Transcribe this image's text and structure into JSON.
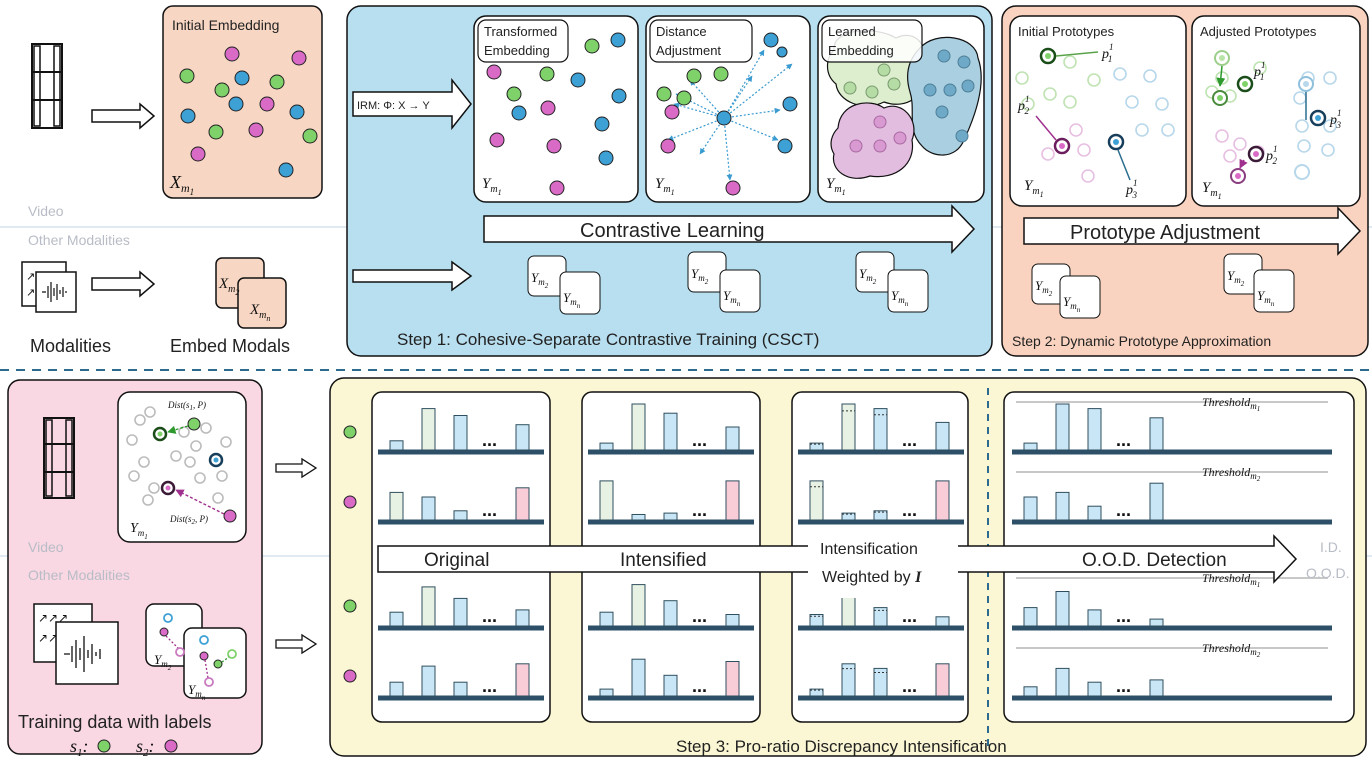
{
  "top": {
    "initial_embedding_title": "Initial Embedding",
    "x_m1": "X",
    "x_m1_sub": "m",
    "x_m1_subsub": "1",
    "embed_modals_label": "Embed Modals",
    "modalities_label": "Modalities",
    "x_m2": "X",
    "x_m2_sub": "m",
    "x_m2_subsub": "2",
    "x_mn": "X",
    "x_mn_sub": "m",
    "x_mn_subsub": "n",
    "video_label": "Video",
    "other_modalities_label": "Other Modalities"
  },
  "step1": {
    "irm_label": "IRM: Φ: X → Y",
    "transformed_embedding": [
      "Transformed",
      "Embedding"
    ],
    "distance_adjustment": [
      "Distance",
      "Adjustment"
    ],
    "learned_embedding": [
      "Learned",
      "Embedding"
    ],
    "y": "Y",
    "y_sub": "m",
    "y_subsub_1": "1",
    "y_subsub_2": "2",
    "y_subsub_n": "n",
    "contrastive_learning": "Contrastive Learning",
    "caption": "Step 1: Cohesive-Separate Contrastive Training (CSCT)"
  },
  "step2": {
    "initial_prototypes": "Initial Prototypes",
    "adjusted_prototypes": "Adjusted Prototypes",
    "p": "p",
    "p_sup": "1",
    "p_sub_1": "1",
    "p_sub_2": "2",
    "p_sub_3": "3",
    "prototype_adjustment": "Prototype Adjustment",
    "caption": "Step 2: Dynamic Prototype Approximation"
  },
  "bottom_left": {
    "dist1": "Dist(s",
    "dist1_sub": "1",
    "dist1_tail": ", P)",
    "dist2": "Dist(s",
    "dist2_sub": "2",
    "dist2_tail": ", P)",
    "training_data_label": "Training data with labels",
    "s1": "s",
    "s1_sub": "1",
    "s2": "s",
    "s2_sub": "2",
    "colon": ":",
    "video_label": "Video",
    "other_modalities_label": "Other Modalities"
  },
  "step3": {
    "original": "Original",
    "intensified": "Intensified",
    "intensification_line1": "Intensification",
    "intensification_line2": "Weighted by ",
    "intensification_I": "I",
    "ood_detection": "O.O.D. Detection",
    "ellipsis": "...",
    "threshold": "Threshold",
    "threshold_sub": "m",
    "threshold_subsub_1": "1",
    "threshold_subsub_2": "2",
    "id_label": "I.D.",
    "ood_label": "O.O.D.",
    "caption": "Step 3: Pro-ratio Discrepancy Intensification"
  },
  "colors": {
    "step1_bg": "#b8dff0",
    "step2_bg": "#f9d3c0",
    "initial_bg": "#f7d6c3",
    "bottom_left_bg": "#f9d8e3",
    "step3_bg": "#fbf7d4",
    "green": "#7fd26a",
    "magenta": "#d96bc7",
    "blue": "#3ea1d6",
    "bar_blue": "#c8e6f6",
    "bar_green": "#e8f2e4",
    "bar_pink": "#f8cdd8",
    "baseline": "#2d5068",
    "divider": "#2c6a8f"
  }
}
